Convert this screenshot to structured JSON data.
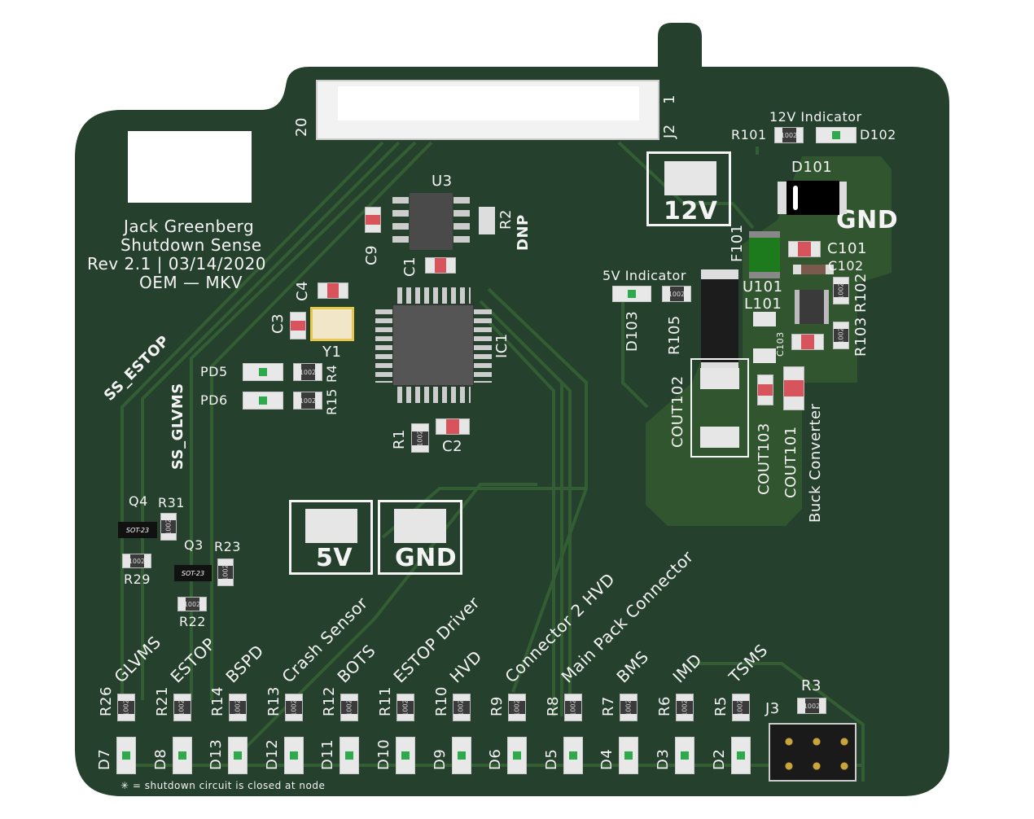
{
  "author": {
    "name": "Jack Greenberg",
    "project": "Shutdown Sense",
    "revision": "Rev 2.1 | 03/14/2020",
    "team": "OEM — MKV"
  },
  "j2": {
    "pin_first": "20",
    "pin_last": "1",
    "ref": "J2"
  },
  "refs": {
    "u3": "U3",
    "c9": "C9",
    "c1": "C1",
    "r2": "R2",
    "dnp": "DNP",
    "c4": "C4",
    "c3": "C3",
    "y1": "Y1",
    "ic1": "IC1",
    "pd5": "PD5",
    "r4": "R4",
    "pd6": "PD6",
    "r15": "R15",
    "r1": "R1",
    "c2": "C2",
    "ss_estop": "SS_ESTOP",
    "ss_glvms": "SS_GLVMS",
    "q4": "Q4",
    "r31": "R31",
    "r29": "R29",
    "q3": "Q3",
    "r23": "R23",
    "r22": "R22",
    "sot": "SOT-23",
    "res_marking": "1002"
  },
  "pads": {
    "v5": "5V",
    "gnd": "GND",
    "v12": "12V",
    "gnd_right": "GND"
  },
  "power": {
    "ind12": "12V Indicator",
    "r101": "R101",
    "d102": "D102",
    "d101": "D101",
    "f101": "F101",
    "c101": "C101",
    "c102": "C102",
    "ind5": "5V Indicator",
    "u101": "U101",
    "l101": "L101",
    "d103": "D103",
    "r105": "R105",
    "c103": "C103",
    "r102": "R102",
    "r103": "R103",
    "cout102": "COUT102",
    "cout103": "COUT103",
    "cout101": "COUT101",
    "buck": "Buck Converter"
  },
  "nodes": [
    {
      "signal": "GLVMS",
      "res": "R26",
      "led": "D7"
    },
    {
      "signal": "ESTOP",
      "res": "R21",
      "led": "D8"
    },
    {
      "signal": "BSPD",
      "res": "R14",
      "led": "D13"
    },
    {
      "signal": "Crash Sensor",
      "res": "R13",
      "led": "D12"
    },
    {
      "signal": "BOTS",
      "res": "R12",
      "led": "D11"
    },
    {
      "signal": "ESTOP Driver",
      "res": "R11",
      "led": "D10"
    },
    {
      "signal": "HVD",
      "res": "R10",
      "led": "D9"
    },
    {
      "signal": "Connector 2 HVD",
      "res": "R9",
      "led": "D6"
    },
    {
      "signal": "Main Pack Connector",
      "res": "R8",
      "led": "D5"
    },
    {
      "signal": "BMS",
      "res": "R7",
      "led": "D4"
    },
    {
      "signal": "IMD",
      "res": "R6",
      "led": "D3"
    },
    {
      "signal": "TSMS",
      "res": "R5",
      "led": "D2"
    }
  ],
  "j3": {
    "ref": "J3",
    "r3": "R3"
  },
  "legend": {
    "symbol": "✳",
    "text": "= shutdown circuit is closed at node"
  },
  "colors": {
    "board": "#25402c",
    "copper": "#33592f",
    "silk": "#f4f4f4"
  }
}
